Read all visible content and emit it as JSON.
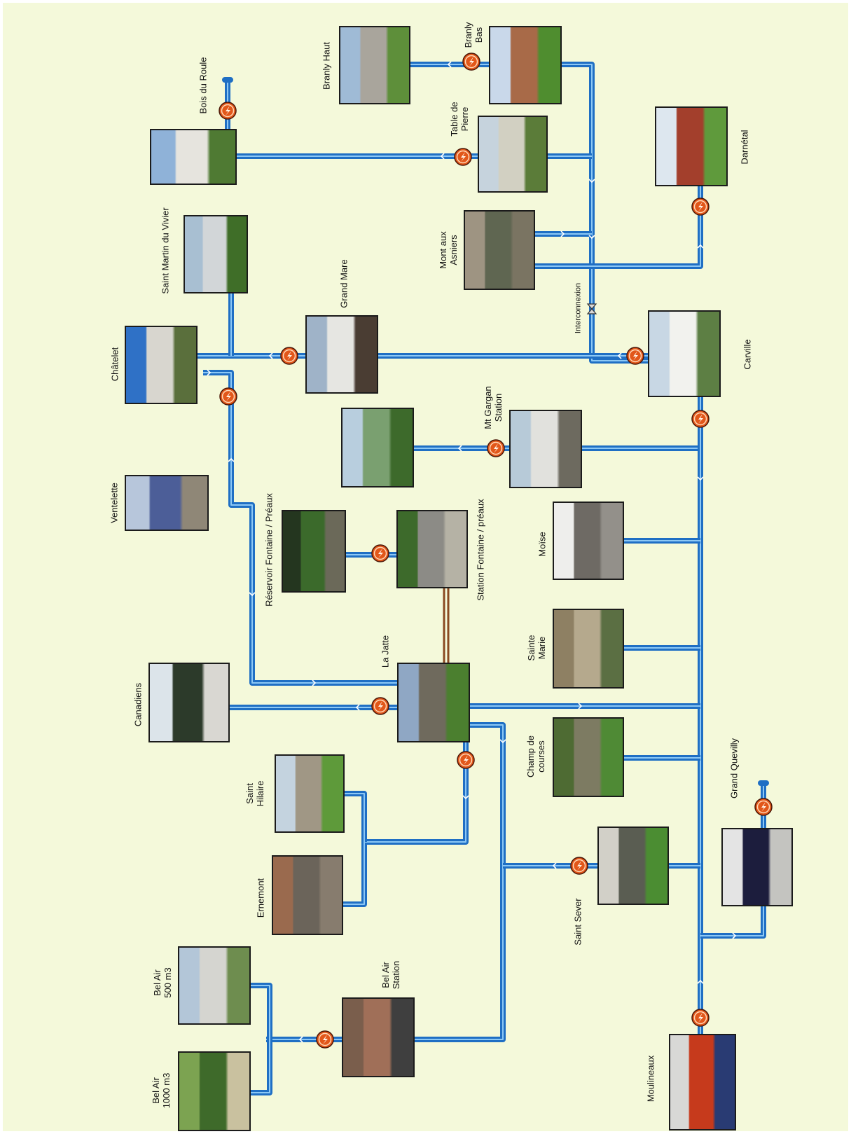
{
  "diagram": {
    "connector_label": "Interconnexion",
    "stations": [
      {
        "id": "bois-du-roule",
        "label": "Bois du Roule"
      },
      {
        "id": "branly-haut",
        "label": "Branly Haut"
      },
      {
        "id": "branly-bas",
        "label": "Branly\nBas"
      },
      {
        "id": "table-de-pierre",
        "label": "Table de\nPierre"
      },
      {
        "id": "darnetal",
        "label": "Darnétal"
      },
      {
        "id": "mont-aux-asniers",
        "label": "Mont aux\nAsniers"
      },
      {
        "id": "saint-martin-du-vivier",
        "label": "Saint Martin du Vivier"
      },
      {
        "id": "grand-mare",
        "label": "Grand Mare"
      },
      {
        "id": "chatelet",
        "label": "Châtelet"
      },
      {
        "id": "carville",
        "label": "Carville"
      },
      {
        "id": "mt-gargan-station",
        "label": "Mt Gargan\nStation"
      },
      {
        "id": "ventelette",
        "label": "Ventelette"
      },
      {
        "id": "reservoir-fontaine-preaux",
        "label": "Réservoir Fontaine / Préaux"
      },
      {
        "id": "station-fontaine-preaux",
        "label": "Station Fontaine / préaux"
      },
      {
        "id": "moise",
        "label": "Moïse"
      },
      {
        "id": "la-jatte",
        "label": "La Jatte"
      },
      {
        "id": "sainte-marie",
        "label": "Sainte\nMarie"
      },
      {
        "id": "canadiens",
        "label": "Canadiens"
      },
      {
        "id": "champ-de-courses",
        "label": "Champ de\ncourses"
      },
      {
        "id": "saint-hilaire",
        "label": "Saint\nHilaire"
      },
      {
        "id": "grand-quevilly",
        "label": "Grand Quevilly"
      },
      {
        "id": "ernemont",
        "label": "Ernemont"
      },
      {
        "id": "saint-sever",
        "label": "Saint Sever"
      },
      {
        "id": "bel-air-500",
        "label": "Bel Air\n500 m3"
      },
      {
        "id": "bel-air-station",
        "label": "Bel Air\nStation"
      },
      {
        "id": "bel-air-1000",
        "label": "Bel Air\n1000 m3"
      },
      {
        "id": "moulineaux",
        "label": "Moulineaux"
      },
      {
        "id": "mt-gargan-reservoir",
        "label": ""
      }
    ]
  },
  "colors": {
    "background": "#f4f9da",
    "pipe": "#1f6fc4",
    "pipe_highlight": "#8cc8f5",
    "pump": "#e2571a",
    "frame": "#1b1b1b"
  }
}
